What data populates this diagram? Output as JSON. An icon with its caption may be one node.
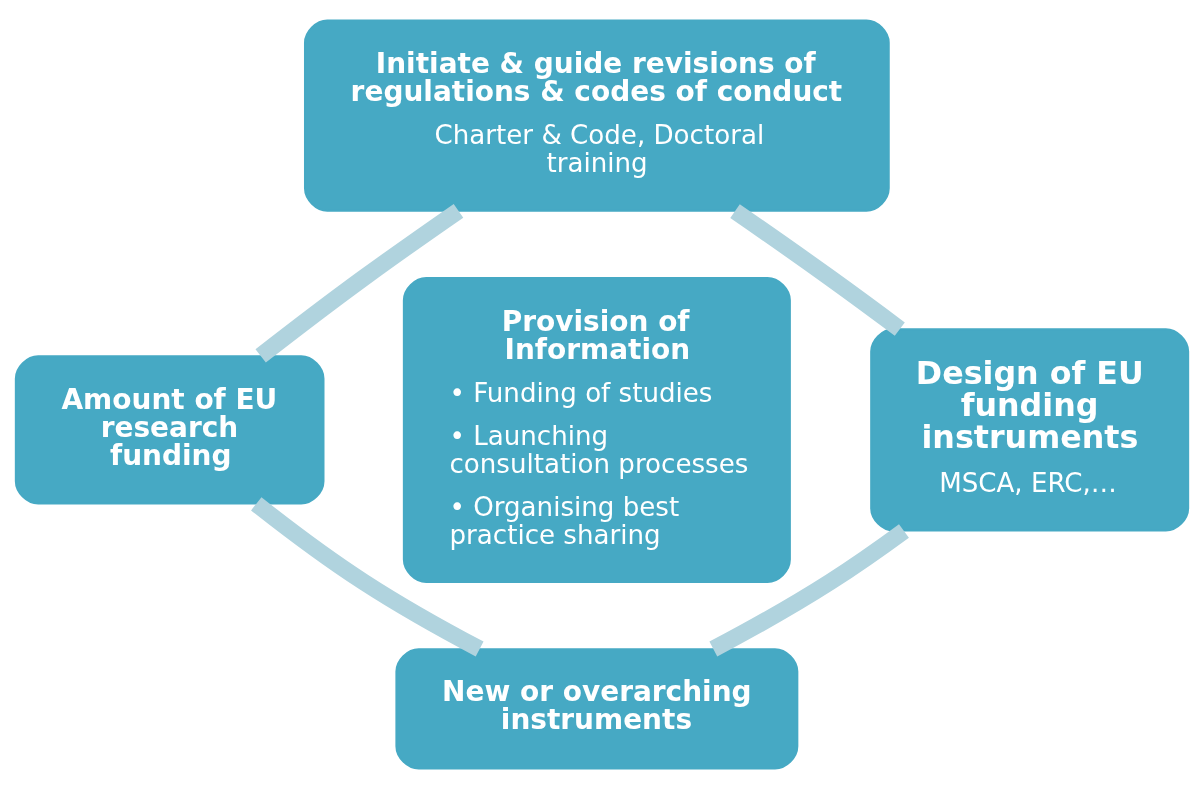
{
  "diagram": {
    "nodes": [
      {
        "text": [
          "Initiate & guide revisions of regulations & codes of conduct",
          "Charter & Code, Doctoral training"
        ]
      },
      {
        "text": [
          "Amount of EU research funding"
        ]
      },
      {
        "text": [
          "Provision of Information",
          "• Funding of studies",
          "• Launching consultation processes",
          "• Organising best practice sharing"
        ]
      },
      {
        "text": [
          "Design of EU funding instruments",
          "MSCA, ERC,…"
        ]
      },
      {
        "text": [
          "New or overarching instruments"
        ]
      }
    ],
    "edges": [
      {
        "from": 0,
        "to": 3,
        "arrow": "none"
      },
      {
        "from": 3,
        "to": 4,
        "arrow": "none"
      },
      {
        "from": 4,
        "to": 1,
        "arrow": "none"
      },
      {
        "from": 1,
        "to": 0,
        "arrow": "none"
      }
    ]
  }
}
